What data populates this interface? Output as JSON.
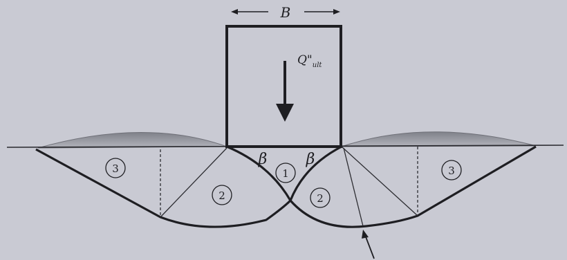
{
  "width_label": "B",
  "load_label": "Q\"",
  "load_subscript": "ult",
  "angle_label_left": "β",
  "angle_label_right": "β",
  "zones": {
    "center": "1",
    "left_mid": "2",
    "right_mid": "2",
    "left_outer": "3",
    "right_outer": "3"
  },
  "colors": {
    "background": "#c9cad3",
    "line": "#1e1e22",
    "heave": "#8e9098"
  }
}
